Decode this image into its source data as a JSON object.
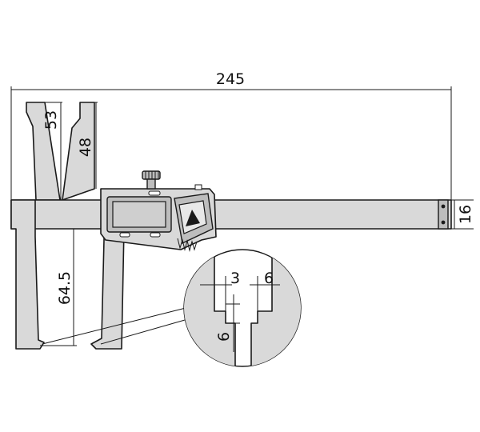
{
  "dimensions": {
    "overall_length": "245",
    "beam_height": "16",
    "upper_jaw_left_depth": "53",
    "upper_jaw_right_depth": "48",
    "lower_jaw_depth": "64.5",
    "detail_width_left": "3",
    "detail_width_right": "6",
    "detail_height": "6"
  },
  "colors": {
    "body_fill": "#d9d9d9",
    "line": "#1a1a1a",
    "background": "#ffffff"
  },
  "icons": {
    "display_button": "triangle-up-icon",
    "thumb_wheel": "knurled-wheel-icon"
  }
}
